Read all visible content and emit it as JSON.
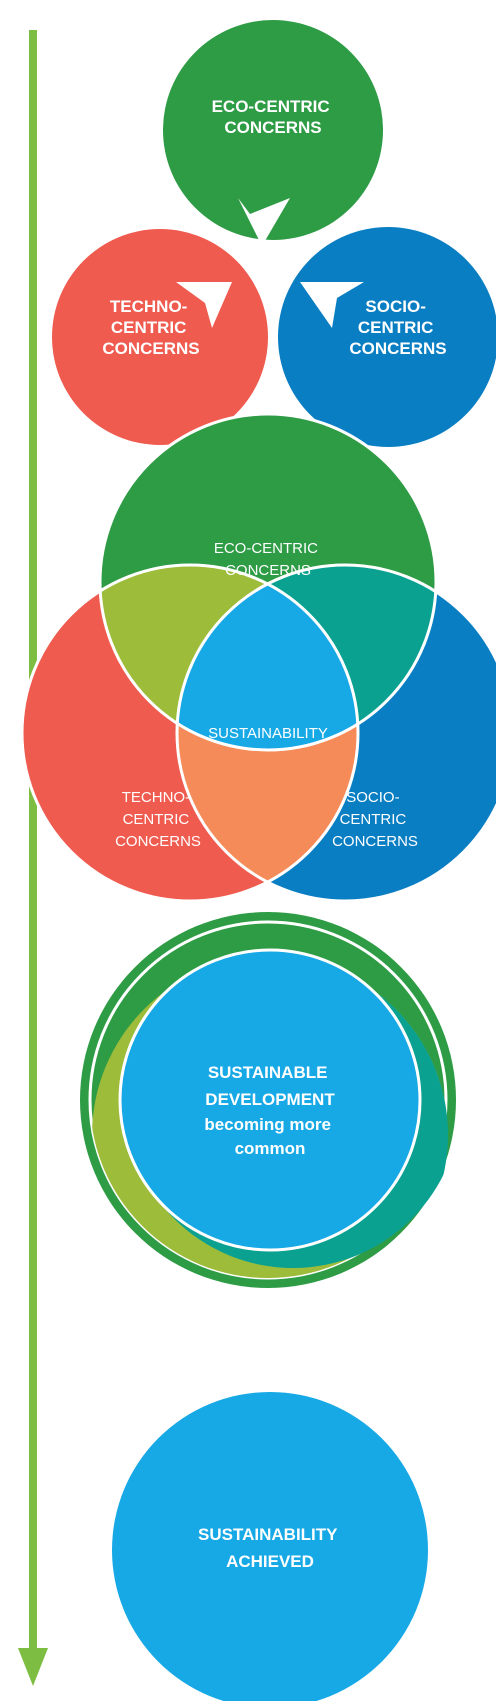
{
  "colors": {
    "arrow": "#7cbd42",
    "eco": "#2e9b45",
    "techno": "#ef5b4f",
    "socio": "#0a7ec3",
    "sustain": "#17a8e6",
    "eco_techno": "#9cbc3a",
    "eco_socio": "#0aa191",
    "techno_socio": "#f48b58",
    "stroke": "#ffffff"
  },
  "stage1": {
    "eco": [
      "ECO-CENTRIC",
      "CONCERNS"
    ],
    "techno": [
      "TECHNO-",
      "CENTRIC",
      "CONCERNS"
    ],
    "socio": [
      "SOCIO-",
      "CENTRIC",
      "CONCERNS"
    ]
  },
  "stage2": {
    "eco": [
      "ECO-CENTRIC",
      "CONCERNS"
    ],
    "center": "SUSTAINABILITY",
    "techno": [
      "TECHNO-",
      "CENTRIC",
      "CONCERNS"
    ],
    "socio": [
      "SOCIO-",
      "CENTRIC",
      "CONCERNS"
    ]
  },
  "stage3": {
    "title": [
      "SUSTAINABLE",
      "DEVELOPMENT"
    ],
    "subtitle": [
      "becoming more",
      "common"
    ]
  },
  "stage4": {
    "title": [
      "SUSTAINABILITY",
      "ACHIEVED"
    ]
  }
}
